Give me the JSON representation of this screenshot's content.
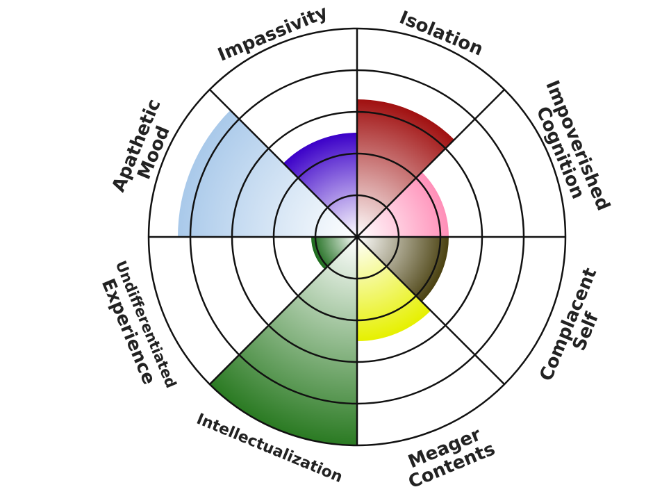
{
  "chart_data": {
    "type": "polar-area",
    "ring_levels": 5,
    "direction": "clockwise from top",
    "categories": [
      {
        "name": "Isolation",
        "lines": [
          "Isolation"
        ],
        "value": 3.3,
        "color": "#a01010",
        "light": "#ffffff"
      },
      {
        "name": "Impoverished Cognition",
        "lines": [
          "Impoverished",
          "Cognition"
        ],
        "value": 2.2,
        "color": "#ff8fb8",
        "light": "#ffffff"
      },
      {
        "name": "Complacent Self",
        "lines": [
          "Complacent",
          "Self"
        ],
        "value": 2.2,
        "color": "#4a4110",
        "light": "#ffffff"
      },
      {
        "name": "Meager Contents",
        "lines": [
          "Meager",
          "Contents"
        ],
        "value": 2.5,
        "color": "#e6f000",
        "light": "#ffffff"
      },
      {
        "name": "Intellectualization",
        "lines": [
          "Intellectualization"
        ],
        "value": 5.0,
        "color": "#2a7a22",
        "light": "#ffffff"
      },
      {
        "name": "Undifferentiated Experience",
        "lines": [
          "Undifferentiated",
          "Experience"
        ],
        "value": 1.1,
        "color": "#1a6a1a",
        "light": "#ffffff"
      },
      {
        "name": "Apathetic Mood",
        "lines": [
          "Apathetic",
          "Mood"
        ],
        "value": 4.3,
        "color": "#a9c9ea",
        "light": "#ffffff"
      },
      {
        "name": "Impassivity",
        "lines": [
          "Impassivity"
        ],
        "value": 2.5,
        "color": "#3b00c8",
        "light": "#ffffff"
      }
    ]
  }
}
